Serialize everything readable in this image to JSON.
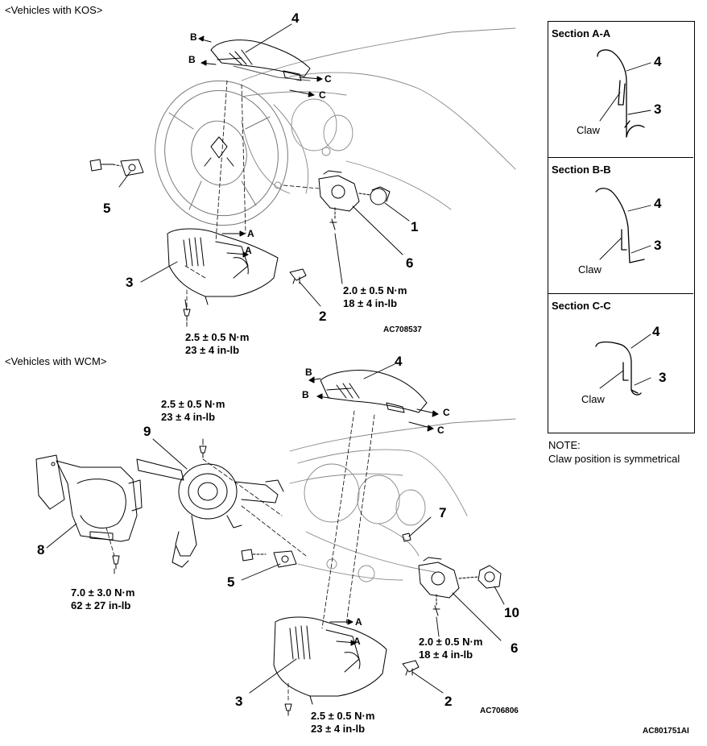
{
  "kos": {
    "header": "<Vehicles with KOS>",
    "callouts": {
      "n4": "4",
      "n5": "5",
      "n1": "1",
      "n6": "6",
      "n3": "3",
      "n2": "2"
    },
    "arrows": {
      "b1": "B",
      "b2": "B",
      "c1": "C",
      "c2": "C",
      "a1": "A",
      "a2": "A"
    },
    "torque_6": [
      "2.0 ± 0.5 N·m",
      "18 ± 4 in-lb"
    ],
    "torque_3": [
      "2.5 ± 0.5 N·m",
      "23 ± 4 in-lb"
    ],
    "code": "AC708537"
  },
  "wcm": {
    "header": "<Vehicles with WCM>",
    "callouts": {
      "n4": "4",
      "n9": "9",
      "n7": "7",
      "n8": "8",
      "n5": "5",
      "n10": "10",
      "n6": "6",
      "n3": "3",
      "n2": "2"
    },
    "arrows": {
      "b1": "B",
      "b2": "B",
      "c1": "C",
      "c2": "C",
      "a1": "A",
      "a2": "A"
    },
    "torque_9": [
      "2.5 ± 0.5 N·m",
      "23 ± 4 in-lb"
    ],
    "torque_8": [
      "7.0 ± 3.0 N·m",
      "62 ± 27 in-lb"
    ],
    "torque_6": [
      "2.0 ± 0.5 N·m",
      "18 ± 4 in-lb"
    ],
    "torque_3": [
      "2.5 ± 0.5 N·m",
      "23 ± 4 in-lb"
    ],
    "code": "AC706806"
  },
  "sections": [
    {
      "title": "Section A-A",
      "label_top": "4",
      "label_bottom": "3",
      "claw": "Claw"
    },
    {
      "title": "Section B-B",
      "label_top": "4",
      "label_bottom": "3",
      "claw": "Claw"
    },
    {
      "title": "Section C-C",
      "label_top": "4",
      "label_bottom": "3",
      "claw": "Claw"
    }
  ],
  "note": {
    "title": "NOTE:",
    "text": "Claw position is symmetrical"
  },
  "figure_code": "AC801751AI"
}
